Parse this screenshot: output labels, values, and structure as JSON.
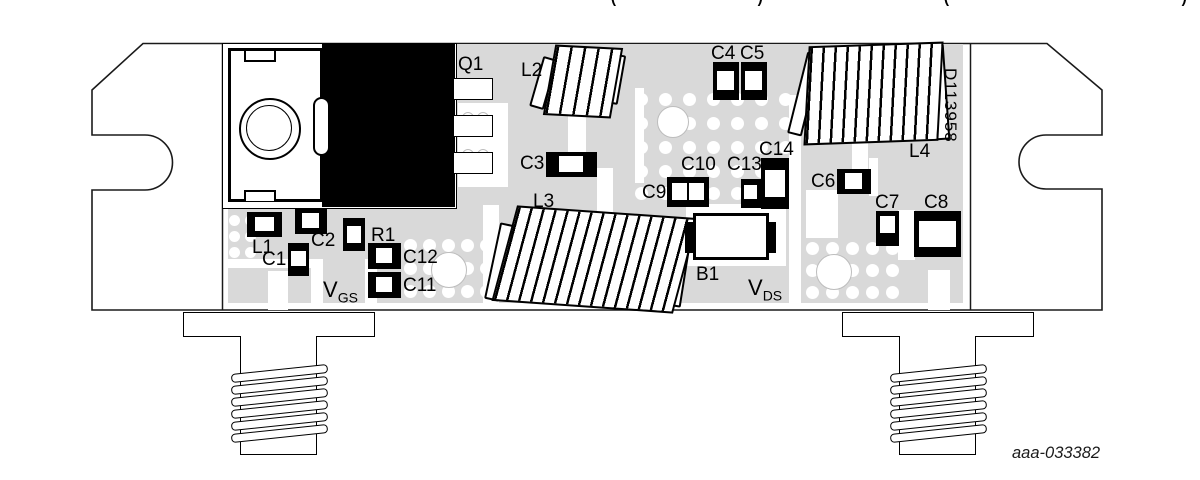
{
  "figure": {
    "refs": {
      "q1": "Q1",
      "l1": "L1",
      "l2": "L2",
      "l3": "L3",
      "l4": "L4",
      "r1": "R1",
      "b1": "B1",
      "c1": "C1",
      "c2": "C2",
      "c3": "C3",
      "c4": "C4",
      "c5": "C5",
      "c6": "C6",
      "c7": "C7",
      "c8": "C8",
      "c9": "C9",
      "c10": "C10",
      "c11": "C11",
      "c12": "C12",
      "c13": "C13",
      "c14": "C14"
    },
    "test_points": {
      "vgs": {
        "base": "V",
        "sub": "GS"
      },
      "vds": {
        "base": "V",
        "sub": "DS"
      }
    },
    "board_serial": "D113958",
    "figure_id": "aaa-033382",
    "top_cropped_fragments": [
      "(",
      ")",
      "(",
      ")"
    ],
    "colors": {
      "copper_pour": "#d9d9d9",
      "component_body": "#000000",
      "board_fill": "#ffffff",
      "outline": "#1a1a1a"
    }
  }
}
